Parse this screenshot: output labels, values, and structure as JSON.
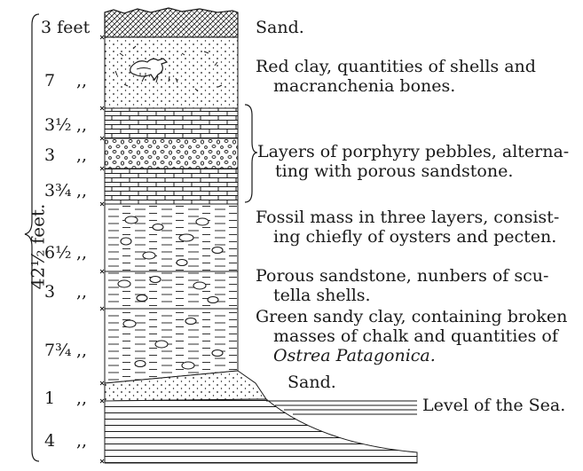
{
  "total": {
    "label": "42½ feet."
  },
  "ditto": ",,",
  "thicknesses": [
    "3 feet",
    "7",
    "3½",
    "3",
    "3¾",
    "6½",
    "3",
    "7¾",
    "1",
    "4"
  ],
  "descriptions": {
    "sand_top": "Sand.",
    "red_clay_1": "Red clay, quantities of shells and",
    "red_clay_2": "macranchenia bones.",
    "porphyry_1": "Layers of porphyry pebbles, alterna-",
    "porphyry_2": "ting with porous sandstone.",
    "fossil_1": "Fossil mass in three layers, consist-",
    "fossil_2": "ing chiefly of oysters and pecten.",
    "porous_1": "Porous sandstone, nunbers of scu-",
    "porous_2": "tella shells.",
    "green_1": "Green sandy clay, containing broken",
    "green_2": "masses of chalk and quantities of",
    "green_3": "Ostrea Patagonica.",
    "sand_bottom": "Sand.",
    "sea_level": "Level of the Sea."
  }
}
